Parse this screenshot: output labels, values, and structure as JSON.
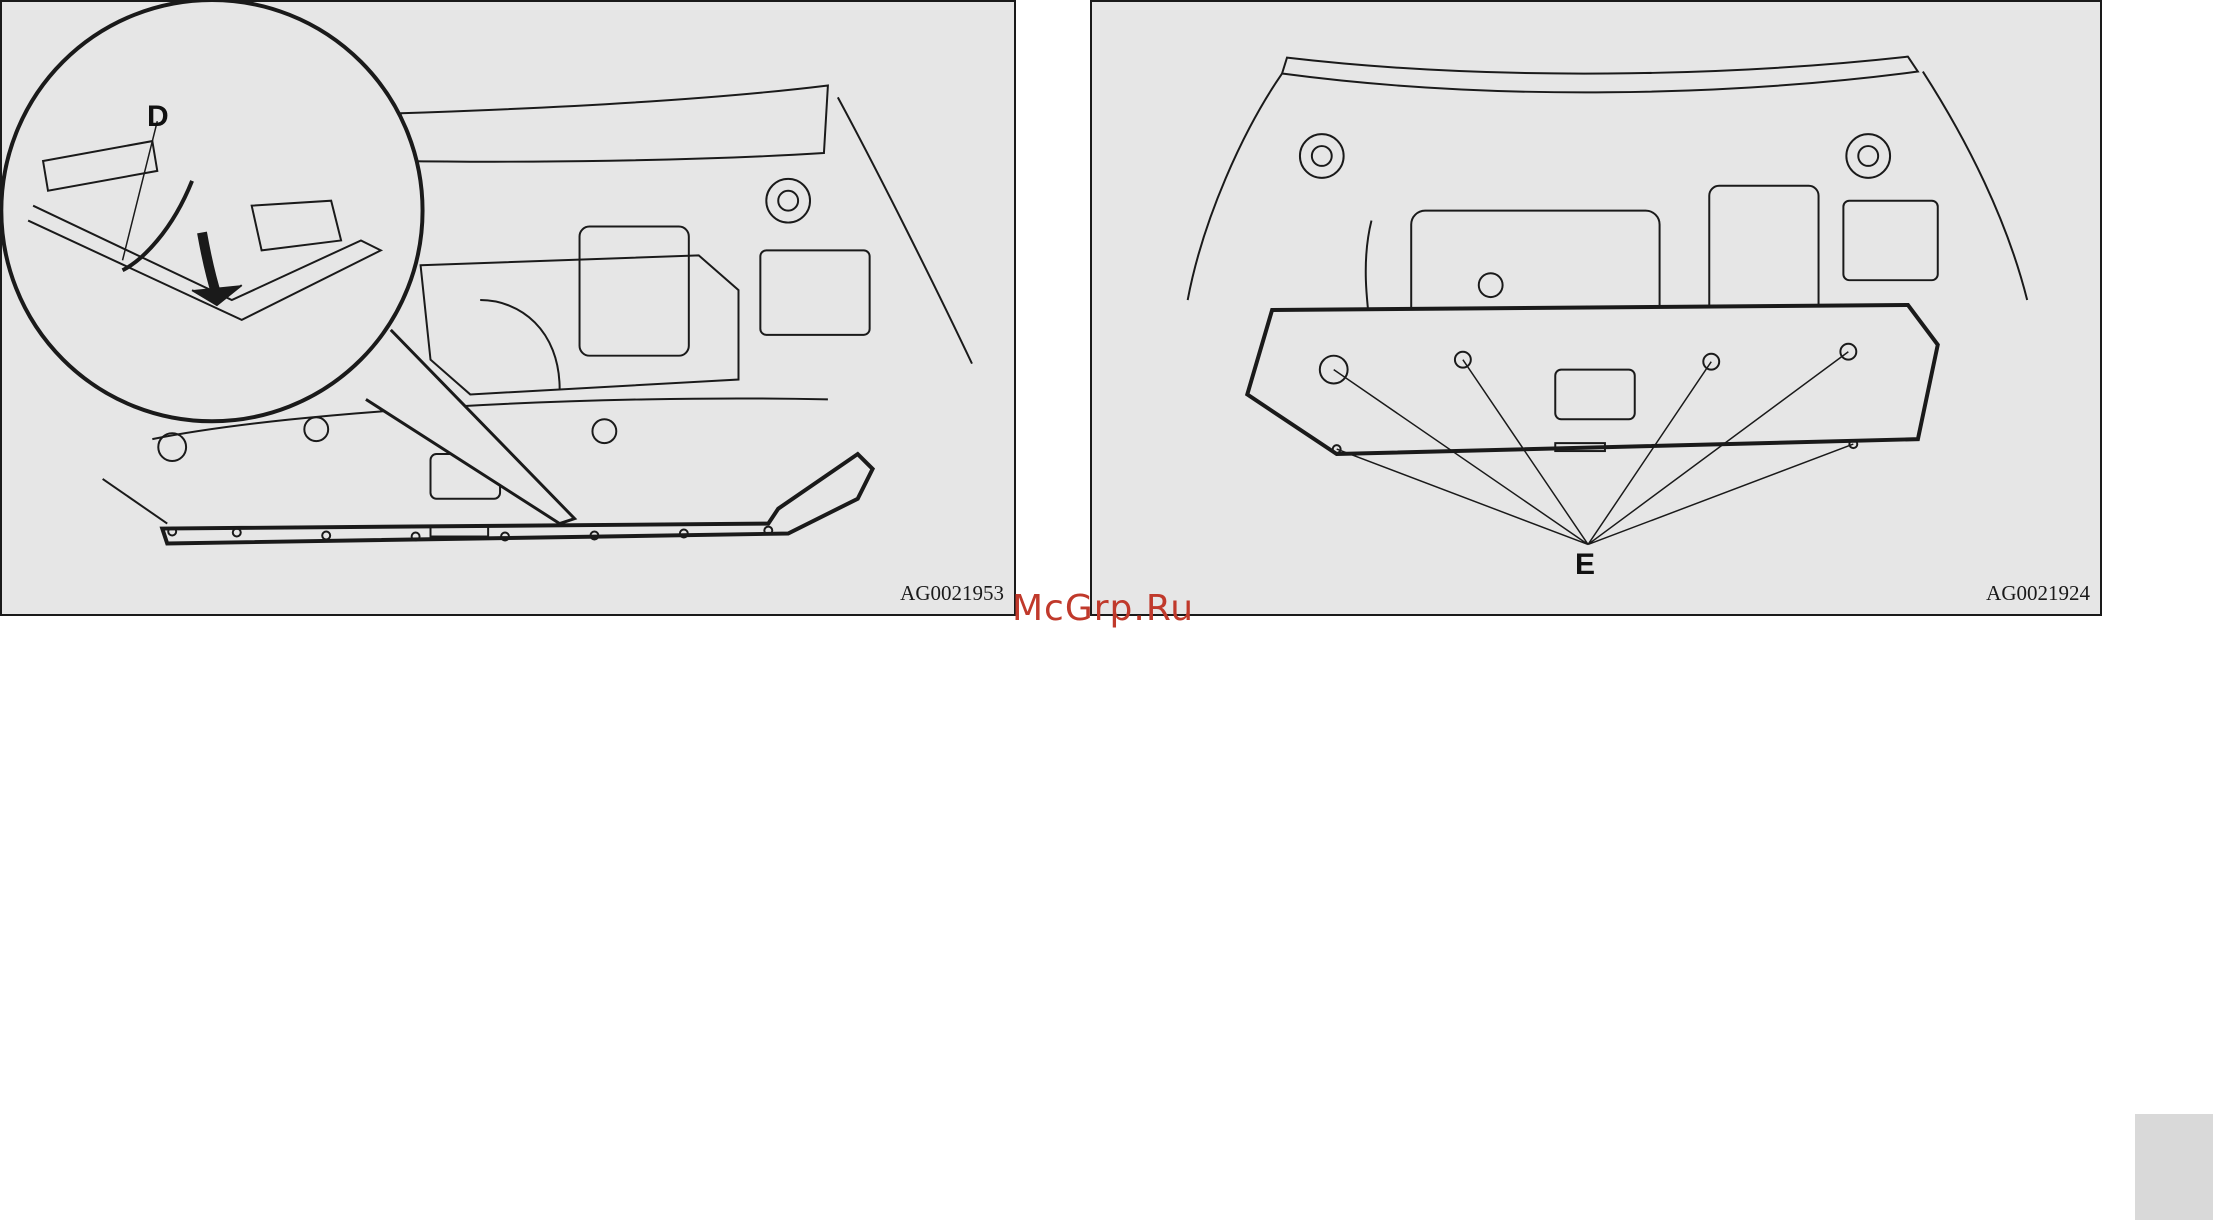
{
  "figures": {
    "left": {
      "code": "AG0021953",
      "callout": "D"
    },
    "right": {
      "code": "AG0021924",
      "callout": "E"
    }
  },
  "watermark": "McGrp.Ru",
  "colors": {
    "panel_bg": "#e6e6e6",
    "line": "#1a1a1a",
    "watermark": "#c0392b",
    "page_tab": "#d9d9d9"
  }
}
